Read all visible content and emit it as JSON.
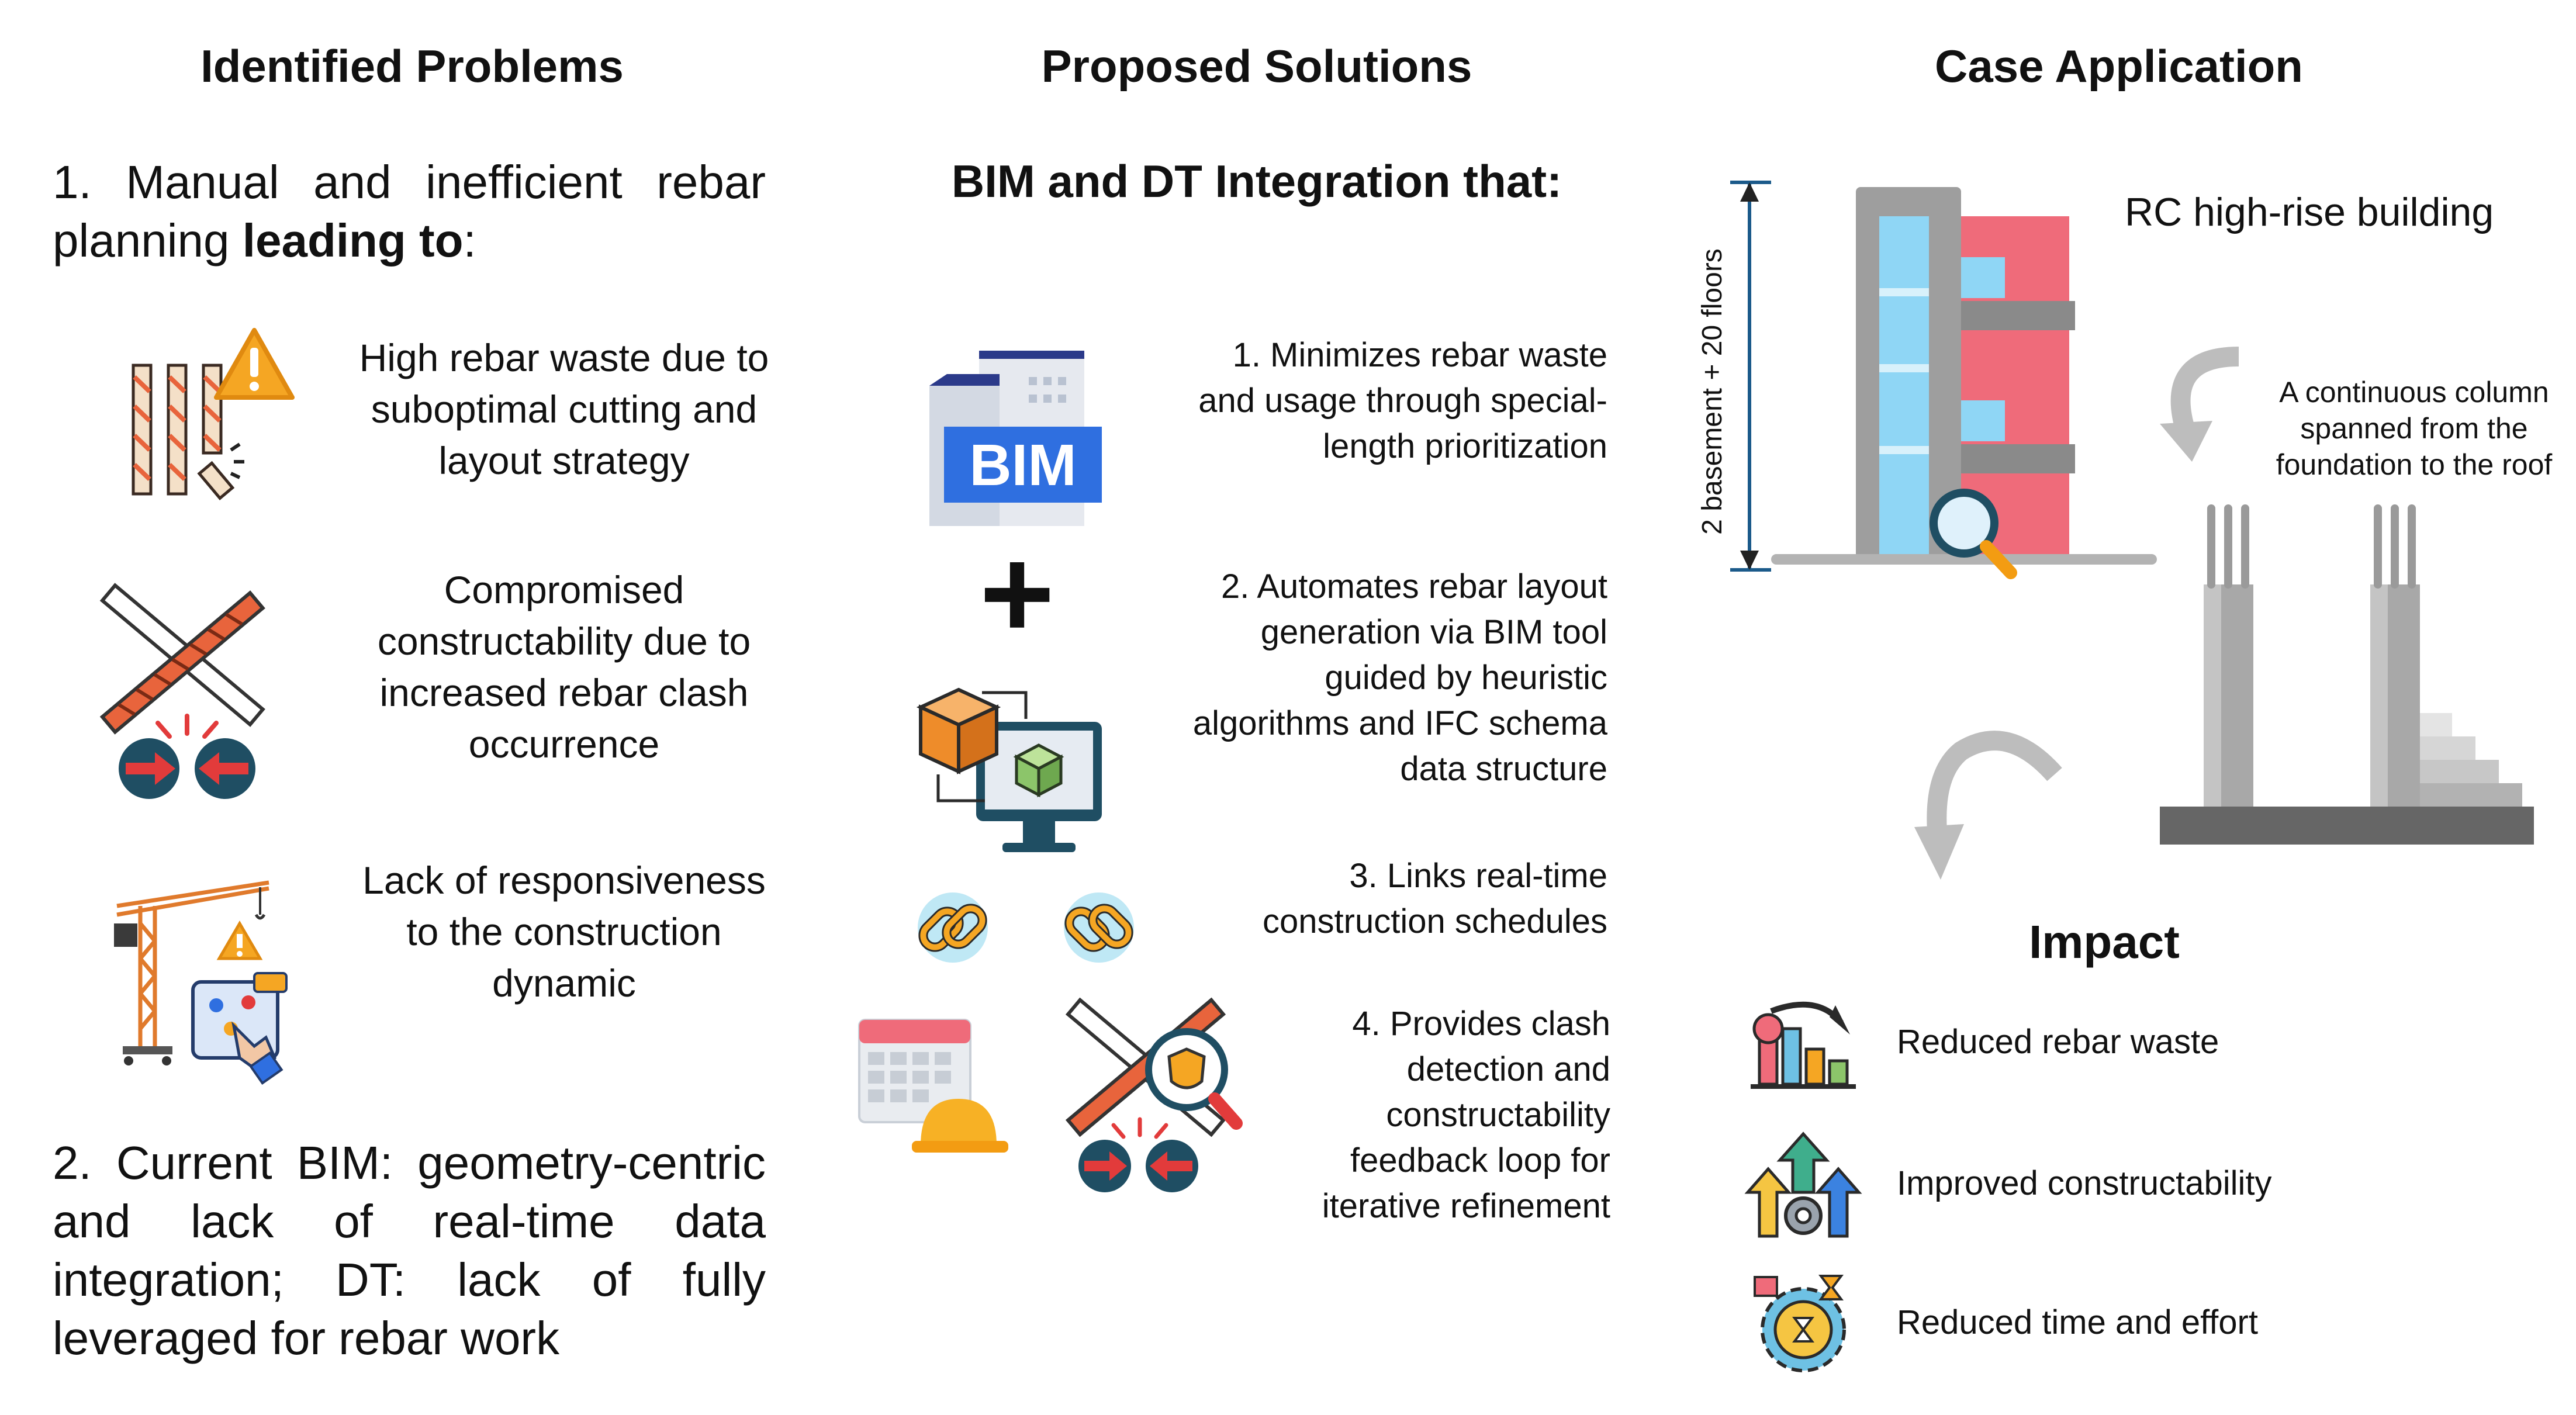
{
  "columns": {
    "problems_title": "Identified Problems",
    "solutions_title": "Proposed Solutions",
    "case_title": "Case Application"
  },
  "problems": {
    "p1_text": "1. Manual and inefficient rebar planning ",
    "p1_bold": "leading to",
    "p1_colon": ":",
    "items": [
      {
        "text": "High rebar waste due to suboptimal cutting and layout strategy",
        "icon": "rebar-warning-icon"
      },
      {
        "text": "Compromised constructability due to increased rebar clash occurrence",
        "icon": "rebar-clash-icon"
      },
      {
        "text": "Lack of responsiveness to the construction dynamic",
        "icon": "crane-dashboard-icon"
      }
    ],
    "p2_text": "2. Current BIM: geometry-centric and lack of real-time data integration; DT: lack of fully leveraged for rebar work"
  },
  "solutions": {
    "heading": "BIM and DT Integration that:",
    "bim_label": "BIM",
    "plus": "+",
    "items": [
      {
        "text": "1. Minimizes rebar waste and usage through special-length prioritization"
      },
      {
        "text": "2. Automates rebar layout generation via BIM tool guided by heuristic algorithms and IFC schema data structure"
      },
      {
        "text": "3. Links real-time construction schedules"
      },
      {
        "text": "4. Provides clash detection and constructability feedback loop for iterative refinement"
      }
    ]
  },
  "case": {
    "building_label": "RC high-rise building",
    "height_label": "2 basement + 20 floors",
    "column_note": "A continuous column spanned from the foundation to the roof"
  },
  "impact": {
    "title": "Impact",
    "items": [
      {
        "text": "Reduced rebar waste",
        "icon": "waste-chart-icon"
      },
      {
        "text": "Improved constructability",
        "icon": "gear-arrows-icon"
      },
      {
        "text": "Reduced time and effort",
        "icon": "time-gear-icon"
      }
    ]
  },
  "colors": {
    "building_red": "#ef6b7a",
    "building_grey": "#9e9e9e",
    "glass_blue": "#8fd6f5",
    "bim_blue": "#2f6fe0",
    "rebar_orange": "#e8643c",
    "arrow_teal": "#1f4e63",
    "dimension_blue": "#1b5a8a"
  }
}
